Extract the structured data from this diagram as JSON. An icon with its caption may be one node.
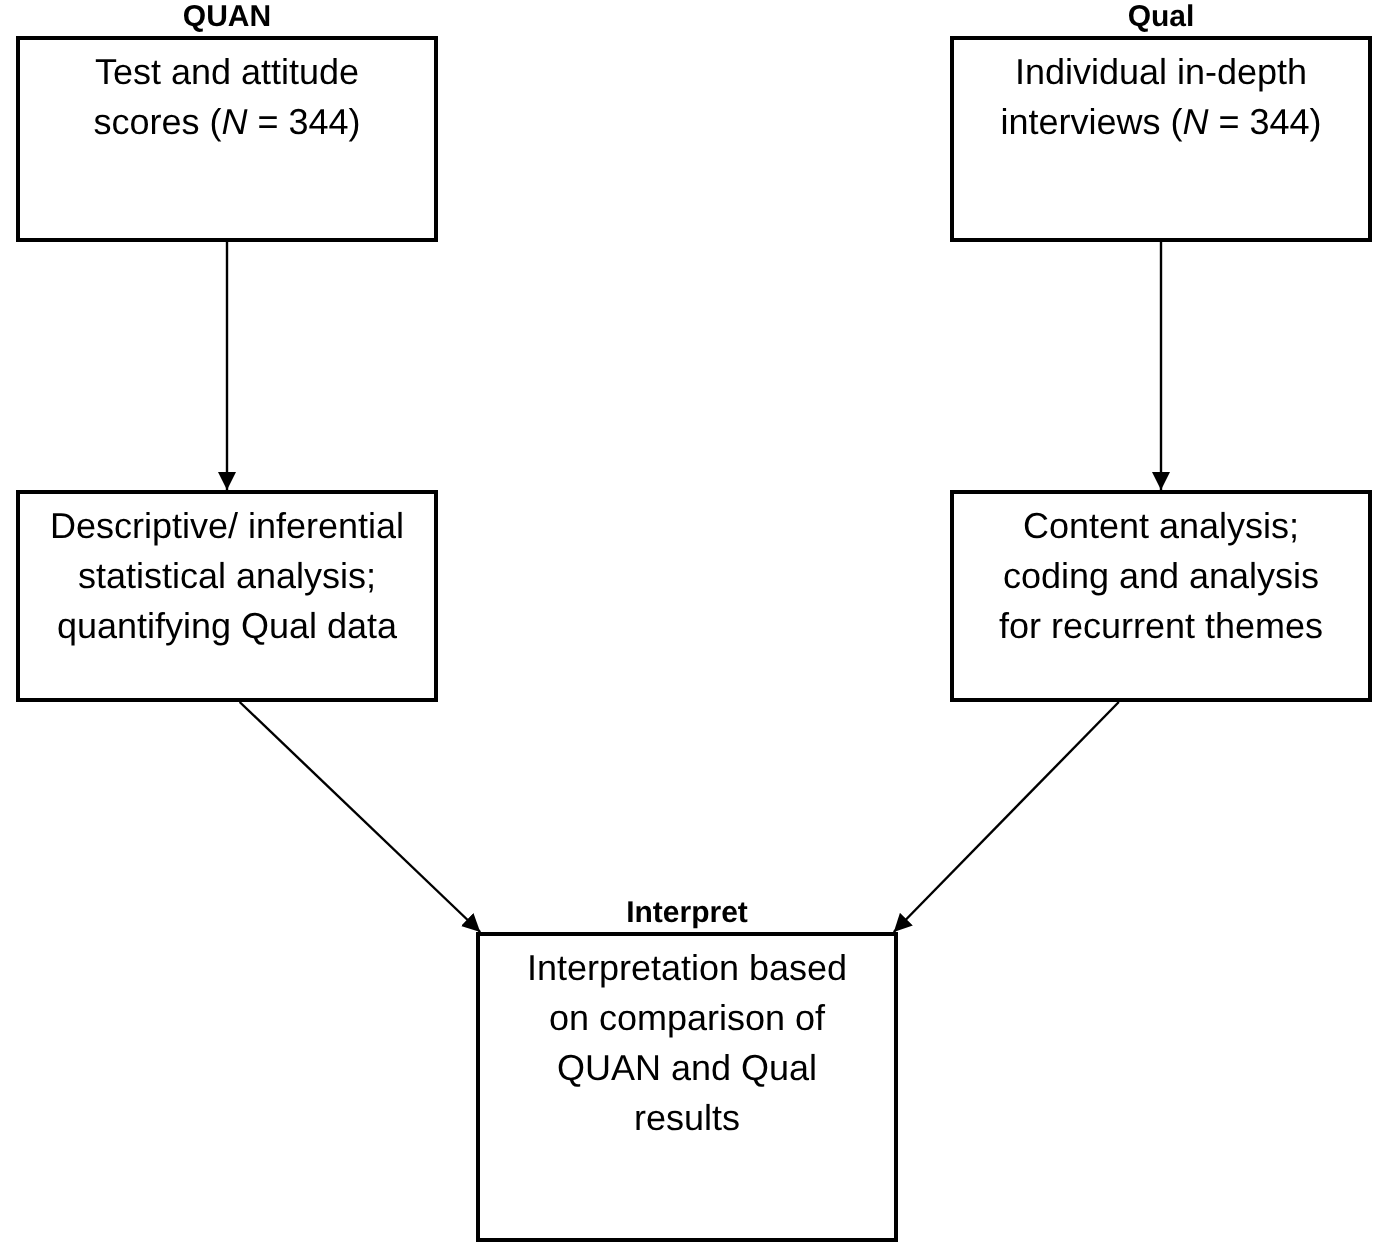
{
  "diagram": {
    "nodes": [
      {
        "text": [
          "QUAN",
          "Test and attitude scores (*N* = 344)"
        ]
      },
      {
        "text": [
          "Qual",
          "Individual in-depth interviews (*N* = 344)"
        ]
      },
      {
        "text": [
          "Descriptive/ inferential statistical analysis; quantifying Qual data"
        ]
      },
      {
        "text": [
          "Content analysis; coding and analysis for recurrent themes"
        ]
      },
      {
        "text": [
          "Interpret",
          "Interpretation based on comparison of QUAN and Qual results"
        ]
      }
    ],
    "edges": [
      {
        "from": 0,
        "to": 2,
        "arrow": "to"
      },
      {
        "from": 1,
        "to": 3,
        "arrow": "to"
      },
      {
        "from": 2,
        "to": 4,
        "arrow": "to"
      },
      {
        "from": 3,
        "to": 4,
        "arrow": "to"
      }
    ]
  }
}
